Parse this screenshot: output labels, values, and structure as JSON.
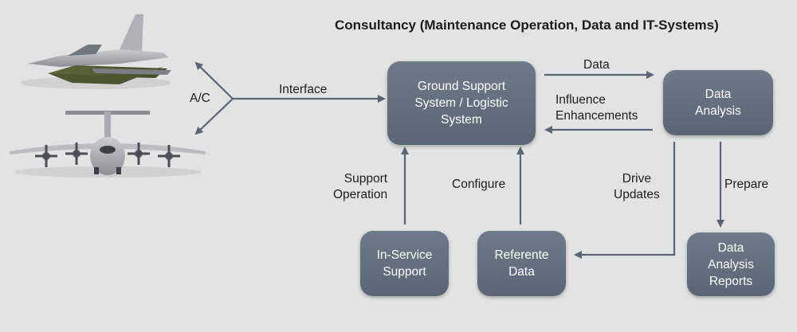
{
  "title": "Consultancy (Maintenance Operation, Data and IT-Systems)",
  "nodes": {
    "gss": "Ground Support\nSystem / Logistic\nSystem",
    "data_analysis": "Data\nAnalysis",
    "in_service": "In-Service\nSupport",
    "referente": "Referente\nData",
    "reports": "Data\nAnalysis\nReports"
  },
  "edges": {
    "ac": "A/C",
    "interface": "Interface",
    "data": "Data",
    "influence": "Influence\nEnhancements",
    "support_operation": "Support\nOperation",
    "configure": "Configure",
    "drive_updates": "Drive\nUpdates",
    "prepare": "Prepare"
  },
  "colors": {
    "box": "#5f6b7b",
    "arrow": "#5b6675",
    "background": "#e2e3e3"
  },
  "icons": [
    "fighter-jet-icon",
    "transport-aircraft-icon"
  ]
}
